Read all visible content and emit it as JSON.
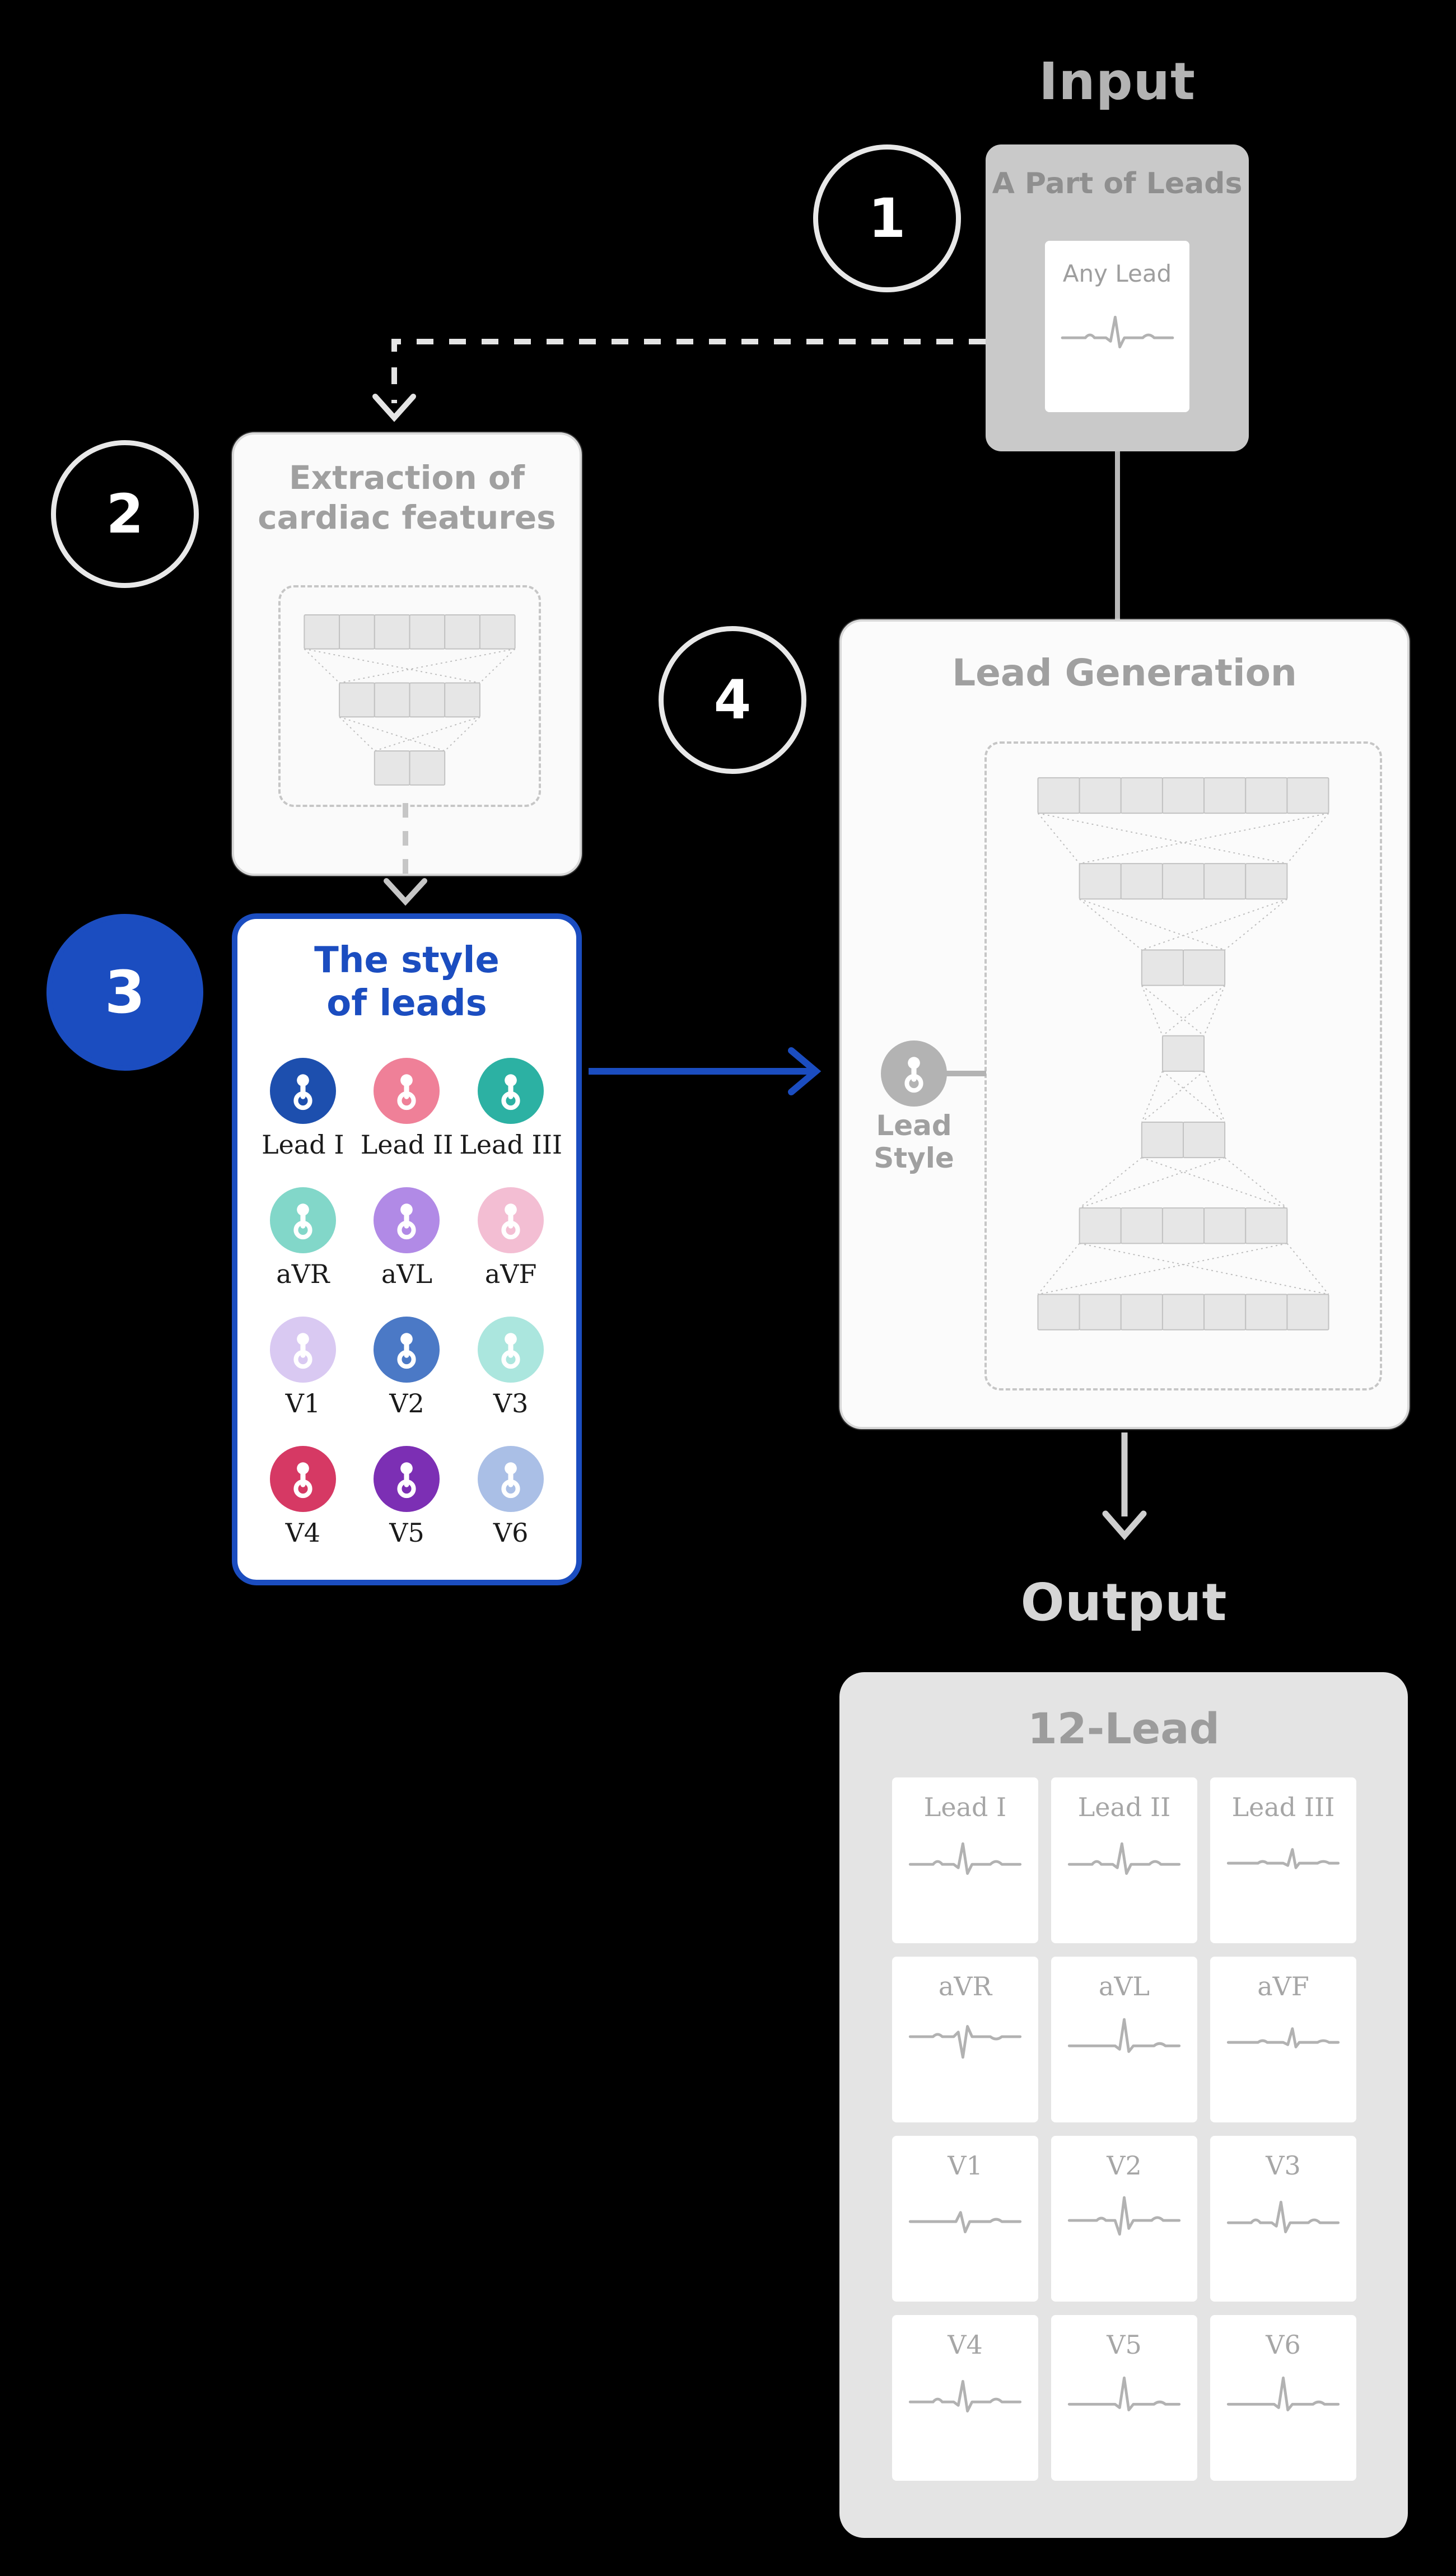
{
  "colors": {
    "background": "#000000",
    "accent_blue": "#1b4dc0",
    "input_box_bg": "#c9c9c9",
    "panel_bg": "#fafafa",
    "output_box_bg": "#e4e4e4",
    "muted_text": "#a0a0a0"
  },
  "steps": {
    "step1": "1",
    "step2": "2",
    "step3": "3",
    "step4": "4"
  },
  "input": {
    "heading": "Input",
    "box_label": "A Part of Leads",
    "lead_label": "Any Lead",
    "wave": "up"
  },
  "extraction": {
    "title_lines": [
      "Extraction of",
      "cardiac features"
    ]
  },
  "style_box": {
    "title_lines": [
      "The style",
      "of leads"
    ],
    "leads": [
      {
        "label": "Lead I",
        "color": "#1d4fae"
      },
      {
        "label": "Lead II",
        "color": "#ef8098"
      },
      {
        "label": "Lead III",
        "color": "#2cb1a3"
      },
      {
        "label": "aVR",
        "color": "#82d7c9"
      },
      {
        "label": "aVL",
        "color": "#b18ae6"
      },
      {
        "label": "aVF",
        "color": "#f3bed3"
      },
      {
        "label": "V1",
        "color": "#d9c9f2"
      },
      {
        "label": "V2",
        "color": "#4b79c6"
      },
      {
        "label": "V3",
        "color": "#abe6de"
      },
      {
        "label": "V4",
        "color": "#d63964"
      },
      {
        "label": "V5",
        "color": "#7c2fb4"
      },
      {
        "label": "V6",
        "color": "#aabfe6"
      }
    ]
  },
  "generation": {
    "title": "Lead Generation",
    "style_label_lines": [
      "Lead",
      "Style"
    ]
  },
  "output": {
    "heading": "Output",
    "box_title": "12-Lead",
    "cells": [
      {
        "label": "Lead I",
        "wave": "up"
      },
      {
        "label": "Lead II",
        "wave": "up"
      },
      {
        "label": "Lead III",
        "wave": "flat"
      },
      {
        "label": "aVR",
        "wave": "down"
      },
      {
        "label": "aVL",
        "wave": "tall"
      },
      {
        "label": "aVF",
        "wave": "flat"
      },
      {
        "label": "V1",
        "wave": "biphasic"
      },
      {
        "label": "V2",
        "wave": "rs"
      },
      {
        "label": "V3",
        "wave": "up"
      },
      {
        "label": "V4",
        "wave": "up"
      },
      {
        "label": "V5",
        "wave": "tall"
      },
      {
        "label": "V6",
        "wave": "tall"
      }
    ]
  }
}
